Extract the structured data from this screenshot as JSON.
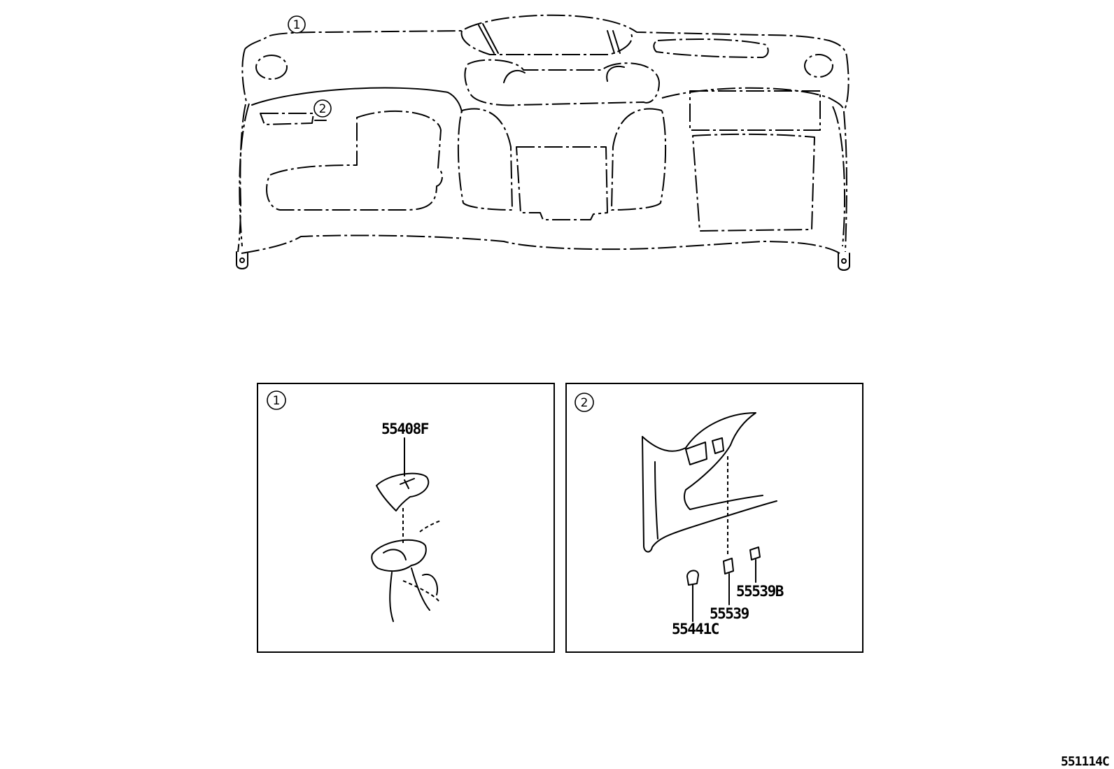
{
  "callouts": {
    "one": "1",
    "two": "2"
  },
  "panels": {
    "one": {
      "label": "1",
      "part": "55408F"
    },
    "two": {
      "label": "2",
      "parts": [
        "55539B",
        "55539",
        "55441C"
      ]
    }
  },
  "reference_code": "551114C"
}
